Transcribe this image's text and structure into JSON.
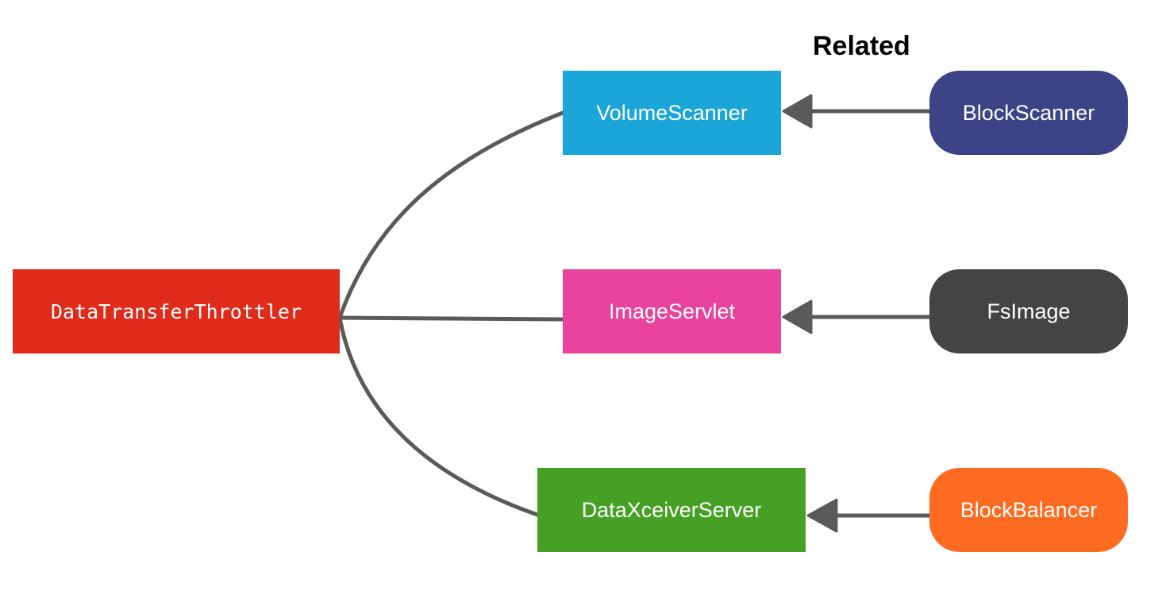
{
  "heading": "Related",
  "nodes": {
    "root": {
      "label": "DataTransferThrottler",
      "color": "#e02a1a"
    },
    "volume_scanner": {
      "label": "VolumeScanner",
      "color": "#1aa6d8"
    },
    "image_servlet": {
      "label": "ImageServlet",
      "color": "#e9429c"
    },
    "data_xceiver_server": {
      "label": "DataXceiverServer",
      "color": "#46a024"
    },
    "block_scanner": {
      "label": "BlockScanner",
      "color": "#3c4487"
    },
    "fs_image": {
      "label": "FsImage",
      "color": "#444444"
    },
    "block_balancer": {
      "label": "BlockBalancer",
      "color": "#ff6b21"
    }
  },
  "edges": [
    {
      "from": "root",
      "to": "volume_scanner",
      "arrow": false
    },
    {
      "from": "root",
      "to": "image_servlet",
      "arrow": false
    },
    {
      "from": "root",
      "to": "data_xceiver_server",
      "arrow": false
    },
    {
      "from": "block_scanner",
      "to": "volume_scanner",
      "arrow": true
    },
    {
      "from": "fs_image",
      "to": "image_servlet",
      "arrow": true
    },
    {
      "from": "block_balancer",
      "to": "data_xceiver_server",
      "arrow": true
    }
  ],
  "edge_color": "#5a5a5a"
}
